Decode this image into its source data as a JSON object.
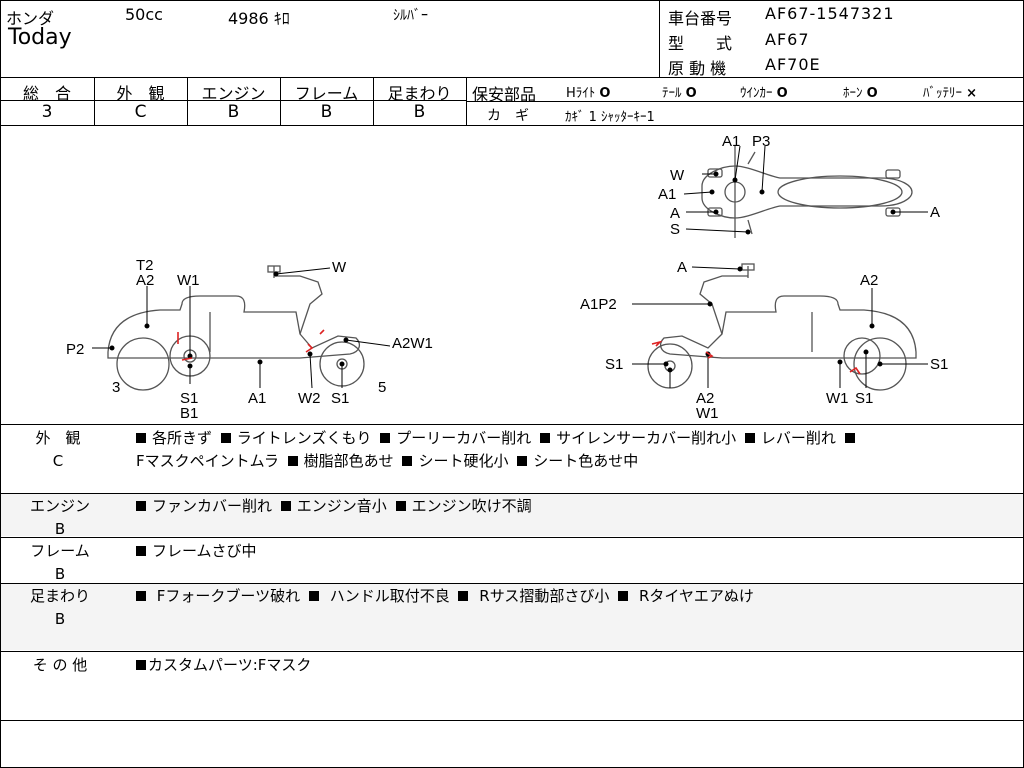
{
  "header": {
    "maker": "ホンダ",
    "displacement": "50cc",
    "mileage": "4986 ｷﾛ",
    "color": "ｼﾙﾊﾞｰ",
    "model_name": "Today",
    "chassis_label": "車台番号",
    "chassis_value": "AF67-1547321",
    "type_label": "型　　式",
    "type_value": "AF67",
    "engine_label": "原 動 機",
    "engine_value": "AF70E"
  },
  "grades": {
    "overall": {
      "label": "総　合",
      "value": "3"
    },
    "exterior": {
      "label": "外　観",
      "value": "C"
    },
    "engine": {
      "label": "エンジン",
      "value": "B"
    },
    "frame": {
      "label": "フレーム",
      "value": "B"
    },
    "suspension": {
      "label": "足まわり",
      "value": "B"
    }
  },
  "safety": {
    "label": "保安部品",
    "items": [
      {
        "name": "Hﾗｲﾄ",
        "mark": "O"
      },
      {
        "name": "ﾃｰﾙ",
        "mark": "O"
      },
      {
        "name": "ｳｲﾝｶｰ",
        "mark": "O"
      },
      {
        "name": "ﾎｰﾝ",
        "mark": "O"
      },
      {
        "name": "ﾊﾞｯﾃﾘｰ",
        "mark": "×"
      }
    ],
    "key_label": "カ　ギ",
    "key_value": "ｶｷﾞ 1 ｼｬｯﾀｰｷｰ1"
  },
  "diagram_labels": {
    "top": [
      "A1",
      "P3",
      "W",
      "A1",
      "A",
      "S",
      "A"
    ],
    "left": [
      "T2",
      "A2",
      "W1",
      "W",
      "P2",
      "A2W1",
      "3",
      "S1",
      "B1",
      "A1",
      "W2",
      "S1",
      "5"
    ],
    "right": [
      "A",
      "A2",
      "A1P2",
      "S1",
      "S1",
      "A2",
      "W1",
      "W1",
      "S1"
    ]
  },
  "notes": [
    {
      "label": "外　観",
      "grade": "C",
      "lines": [
        [
          "各所きず",
          "ライトレンズくもり",
          "プーリーカバー削れ",
          "サイレンサーカバー削れ小",
          "レバー削れ",
          ""
        ],
        [
          "Fマスクペイントムラ",
          "樹脂部色あせ",
          "シート硬化小",
          "シート色あせ中"
        ]
      ]
    },
    {
      "label": "エンジン",
      "grade": "B",
      "lines": [
        [
          "ファンカバー削れ",
          "エンジン音小",
          "エンジン吹け不調"
        ]
      ]
    },
    {
      "label": "フレーム",
      "grade": "B",
      "lines": [
        [
          "フレームさび中"
        ]
      ]
    },
    {
      "label": "足まわり",
      "grade": "B",
      "lines": [
        [
          "Fフォークブーツ破れ",
          "ハンドル取付不良",
          "Rサス摺動部さび小",
          "Rタイヤエアぬけ"
        ]
      ]
    },
    {
      "label": "そ の 他",
      "grade": "",
      "lines": [
        [
          "カスタムパーツ:Fマスク"
        ]
      ]
    }
  ]
}
